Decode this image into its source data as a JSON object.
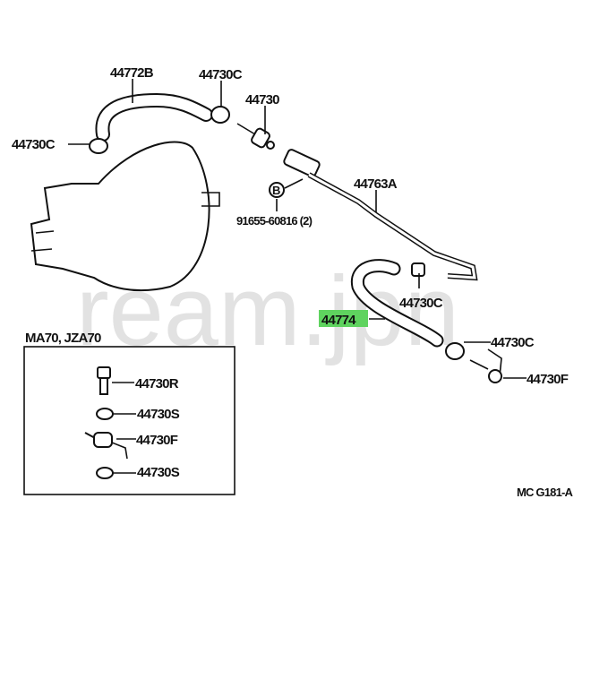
{
  "diagram": {
    "labels": {
      "hose_upper": "44772B",
      "clamp_top": "44730C",
      "valve": "44730",
      "clamp_left": "44730C",
      "pipe": "44763A",
      "bolt": "91655-60816 (2)",
      "bolt_marker": "B",
      "clamp_mid": "44730C",
      "hose_lower": "44774",
      "clamp_lower": "44730C",
      "fitting": "44730F"
    },
    "inset": {
      "title": "MA70, JZA70",
      "items": [
        "44730R",
        "44730S",
        "44730F",
        "44730S"
      ]
    },
    "code": "MC  G181-A",
    "watermark": "ream.jpn",
    "highlight_color": "#5fd35f"
  }
}
